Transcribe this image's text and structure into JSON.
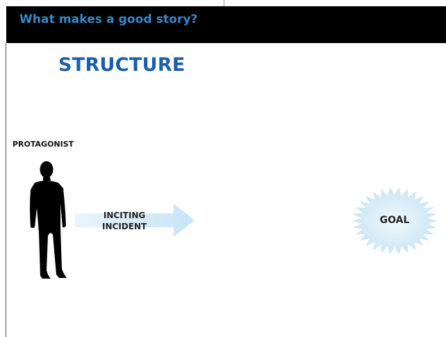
{
  "header": {
    "title": "What makes a good story?"
  },
  "slide": {
    "title": "STRUCTURE"
  },
  "diagram": {
    "protagonist_label": "PROTAGONIST",
    "arrow_line1": "INCITING",
    "arrow_line2": "INCIDENT",
    "goal_label": "GOAL"
  },
  "colors": {
    "header_bg": "#000000",
    "header_text": "#3d86c6",
    "title_text": "#1a5fa8",
    "arrow_fill": "#d6ecf8",
    "burst_fill": "#d9eef9"
  }
}
